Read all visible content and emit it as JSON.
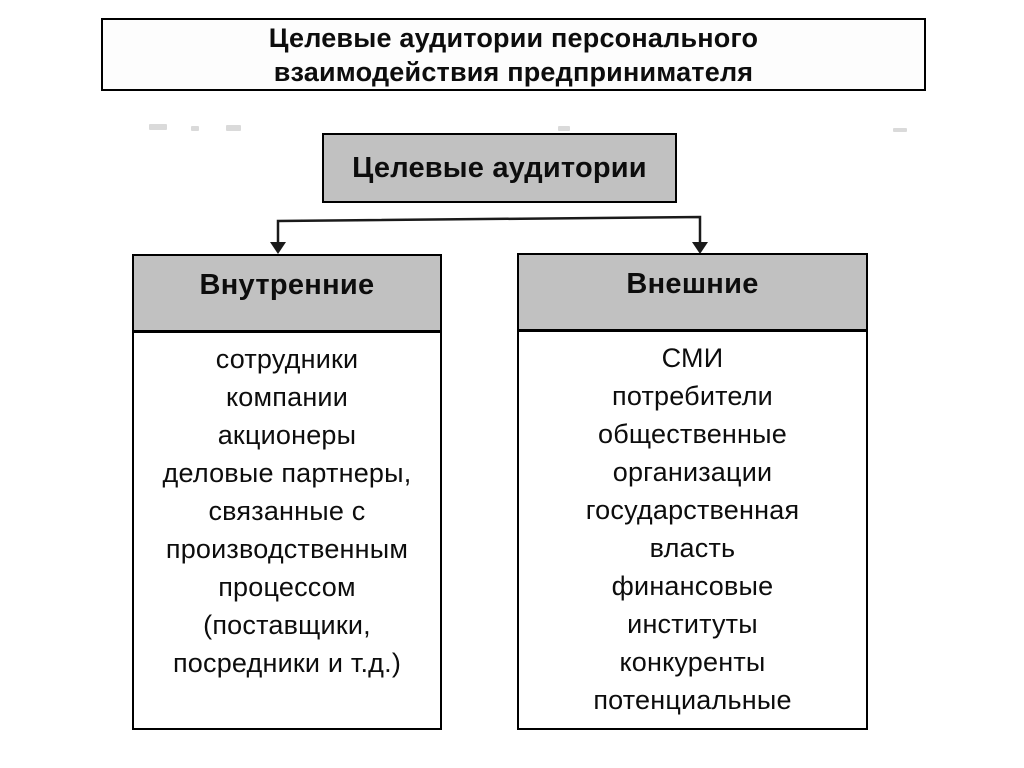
{
  "title_box": {
    "line1": "Целевые аудитории персонального",
    "line2": "взаимодействия предпринимателя"
  },
  "diagram": {
    "root": {
      "label": "Целевые аудитории"
    },
    "branches": [
      {
        "header": "Внутренние",
        "items": [
          "сотрудники",
          "компании",
          "акционеры",
          "деловые партнеры,",
          "связанные с",
          "производственным",
          "процессом",
          "(поставщики,",
          "посредники и т.д.)"
        ]
      },
      {
        "header": "Внешние",
        "items": [
          "СМИ",
          "потребители",
          "общественные",
          "организации",
          "государственная",
          "власть",
          "финансовые",
          "институты",
          "конкуренты",
          "потенциальные"
        ]
      }
    ]
  },
  "colors": {
    "node_fill": "#c1c1c1",
    "border": "#000000",
    "text": "#0d0d0d",
    "background": "#ffffff"
  }
}
